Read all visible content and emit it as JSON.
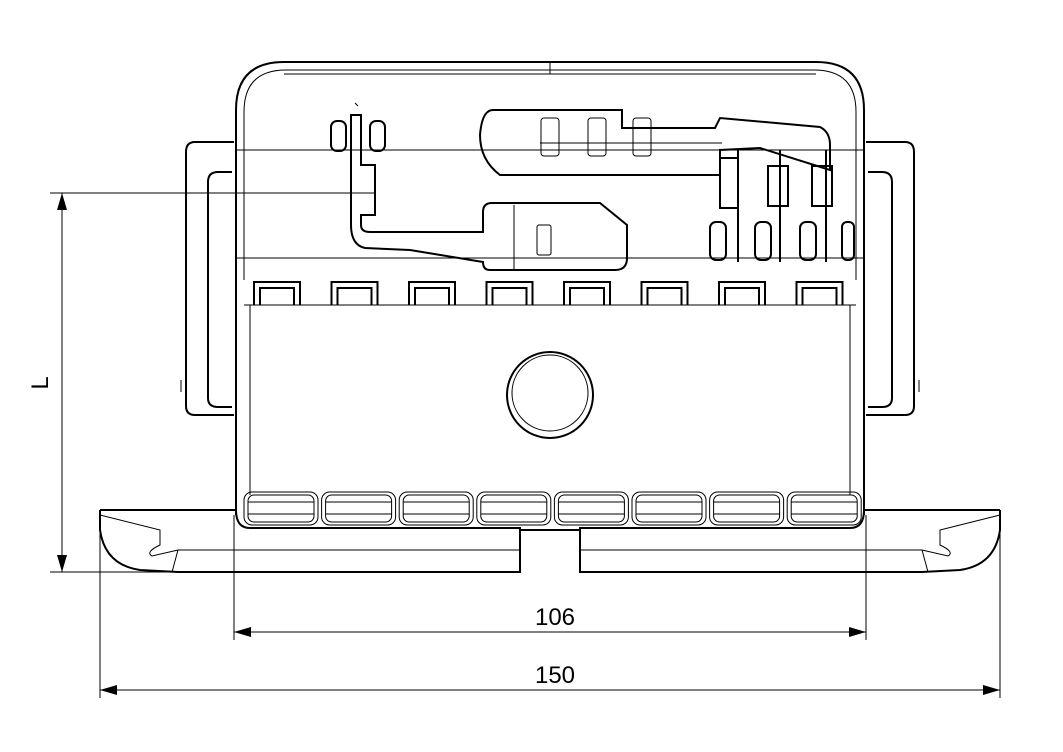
{
  "drawing": {
    "dimensions": {
      "height_label": "L",
      "inner_width": "106",
      "overall_width": "150"
    },
    "line_color": "#000000",
    "background": "#ffffff",
    "counts": {
      "comb_teeth": 8,
      "bottom_ribs": 8,
      "right_pin_slots": 4,
      "left_pin_slots": 2
    }
  }
}
